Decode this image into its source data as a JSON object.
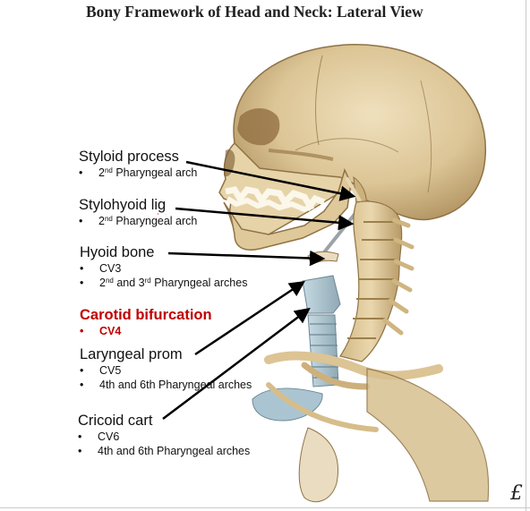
{
  "title": "Bony Framework of Head and Neck: Lateral View",
  "labels": {
    "styloid": {
      "head": "Styloid process",
      "items": [
        {
          "pre": "2",
          "sup": "nd",
          "post": " Pharyngeal arch"
        }
      ]
    },
    "stylohyoid": {
      "head_main": "Stylohyoid li",
      "head_tail": "g",
      "items": [
        {
          "pre": "2",
          "sup": "nd",
          "post": " Pharyngeal arch"
        }
      ]
    },
    "hyoid": {
      "head": "Hyoid bone",
      "items": [
        {
          "text": "CV3"
        },
        {
          "pre": "2",
          "sup": "nd",
          "mid": " and 3",
          "sup2": "rd",
          "post": " Pharyngeal arches"
        }
      ]
    },
    "carotid": {
      "head": "Carotid bifurcation",
      "items": [
        {
          "text": "CV4"
        }
      ]
    },
    "laryngeal": {
      "head": "Laryngeal prom",
      "items": [
        {
          "text": "CV5"
        },
        {
          "text": "4th and 6th Pharyngeal arches"
        }
      ]
    },
    "cricoid": {
      "head": "Cricoid cart",
      "items": [
        {
          "text": "CV6"
        },
        {
          "text": "4th and 6th Pharyngeal arches"
        }
      ]
    }
  },
  "bullet": "•",
  "signature": "£",
  "colors": {
    "bone": "#e3cfa3",
    "bone_shadow": "#b79a66",
    "cartilage": "#a9c3cf",
    "red_label": "#c00000",
    "arrow": "#000000"
  }
}
